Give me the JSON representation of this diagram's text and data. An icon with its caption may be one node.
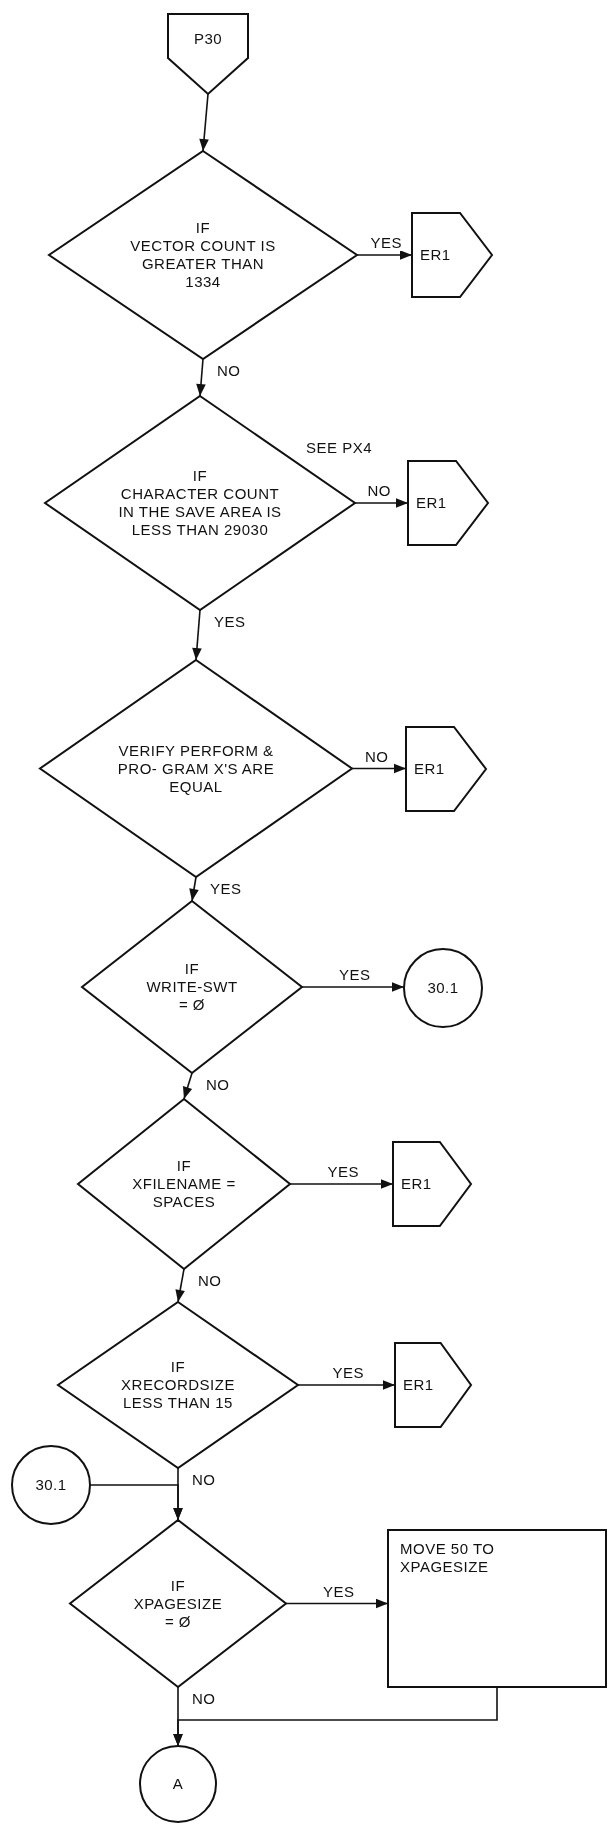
{
  "diagram": {
    "nodes": [
      {
        "text": [
          "P30"
        ]
      },
      {
        "text": [
          "IF",
          "VECTOR COUNT IS GREATER THAN 1334"
        ]
      },
      {
        "text": [
          "ER1"
        ]
      },
      {
        "text": [
          "IF",
          "CHARACTER COUNT IN THE SAVE AREA IS LESS THAN 29030"
        ]
      },
      {
        "text": [
          "ER1"
        ]
      },
      {
        "text": [
          "VERIFY PERFORM & PRO- GRAM X'S ARE EQUAL"
        ]
      },
      {
        "text": [
          "ER1"
        ]
      },
      {
        "text": [
          "IF",
          "WRITE-SWT = Ø"
        ]
      },
      {
        "text": [
          "30.1"
        ]
      },
      {
        "text": [
          "IF",
          "XFILENAME = SPACES"
        ]
      },
      {
        "text": [
          "ER1"
        ]
      },
      {
        "text": [
          "IF",
          "XRECORDSIZE LESS THAN 15"
        ]
      },
      {
        "text": [
          "ER1"
        ]
      },
      {
        "text": [
          "30.1"
        ]
      },
      {
        "text": [
          "IF",
          "XPAGESIZE = Ø"
        ]
      },
      {
        "text": [
          "MOVE 50 TO XPAGESIZE"
        ]
      },
      {
        "text": [
          "A"
        ]
      }
    ],
    "edges": [
      {
        "from": 0,
        "to": 1,
        "arrow": "to"
      },
      {
        "from": 1,
        "to": 2,
        "arrow": "to",
        "label": "YES"
      },
      {
        "from": 1,
        "to": 3,
        "arrow": "to",
        "label": "NO"
      },
      {
        "from": 3,
        "to": 4,
        "arrow": "to",
        "label": "NO"
      },
      {
        "from": 3,
        "to": 5,
        "arrow": "to",
        "label": "YES"
      },
      {
        "from": 5,
        "to": 6,
        "arrow": "to",
        "label": "NO"
      },
      {
        "from": 5,
        "to": 7,
        "arrow": "to",
        "label": "YES"
      },
      {
        "from": 7,
        "to": 8,
        "arrow": "to",
        "label": "YES"
      },
      {
        "from": 7,
        "to": 9,
        "arrow": "to",
        "label": "NO"
      },
      {
        "from": 9,
        "to": 10,
        "arrow": "to",
        "label": "YES"
      },
      {
        "from": 9,
        "to": 11,
        "arrow": "to",
        "label": "NO"
      },
      {
        "from": 11,
        "to": 12,
        "arrow": "to",
        "label": "YES"
      },
      {
        "from": 11,
        "to": 14,
        "arrow": "to",
        "label": "NO"
      },
      {
        "from": 13,
        "to": 14,
        "arrow": "to"
      },
      {
        "from": 14,
        "to": 15,
        "arrow": "to",
        "label": "YES"
      },
      {
        "from": 14,
        "to": 16,
        "arrow": "to",
        "label": "NO"
      },
      {
        "from": 15,
        "to": 16,
        "arrow": "to"
      }
    ],
    "labels": [
      "SEE PX4"
    ]
  }
}
